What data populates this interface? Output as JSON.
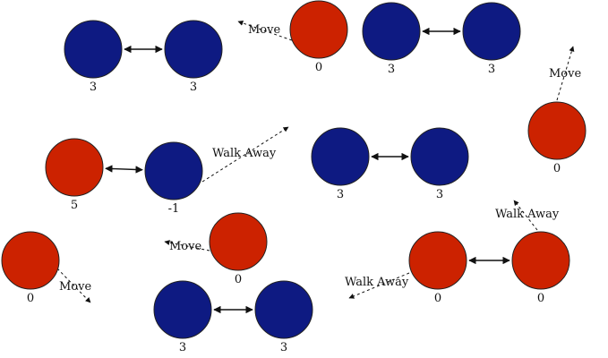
{
  "colors": {
    "red": "#cc2200",
    "blue": "#0e1a82",
    "stroke": "#222222",
    "arrow": "#111111"
  },
  "nodes": [
    {
      "id": "n1",
      "color": "blue",
      "score": "3"
    },
    {
      "id": "n2",
      "color": "blue",
      "score": "3"
    },
    {
      "id": "n3",
      "color": "red",
      "score": "0"
    },
    {
      "id": "n4",
      "color": "blue",
      "score": "3"
    },
    {
      "id": "n5",
      "color": "blue",
      "score": "3"
    },
    {
      "id": "n6",
      "color": "red",
      "score": "0"
    },
    {
      "id": "n7",
      "color": "red",
      "score": "5"
    },
    {
      "id": "n8",
      "color": "blue",
      "score": "-1"
    },
    {
      "id": "n9",
      "color": "blue",
      "score": "3"
    },
    {
      "id": "n10",
      "color": "blue",
      "score": "3"
    },
    {
      "id": "n11",
      "color": "red",
      "score": "0"
    },
    {
      "id": "n12",
      "color": "red",
      "score": "0"
    },
    {
      "id": "n13",
      "color": "red",
      "score": "0"
    },
    {
      "id": "n14",
      "color": "red",
      "score": "0"
    },
    {
      "id": "n15",
      "color": "blue",
      "score": "3"
    },
    {
      "id": "n16",
      "color": "blue",
      "score": "3"
    }
  ],
  "links": [
    {
      "from": "n1",
      "to": "n2"
    },
    {
      "from": "n4",
      "to": "n5"
    },
    {
      "from": "n7",
      "to": "n8"
    },
    {
      "from": "n9",
      "to": "n10"
    },
    {
      "from": "n13",
      "to": "n14"
    },
    {
      "from": "n15",
      "to": "n16"
    }
  ],
  "actions": [
    {
      "node": "n3",
      "label": "Move"
    },
    {
      "node": "n6",
      "label": "Move"
    },
    {
      "node": "n8",
      "label": "Walk Away"
    },
    {
      "node": "n11",
      "label": "Move"
    },
    {
      "node": "n12",
      "label": "Move"
    },
    {
      "node": "n13",
      "label": "Walk Away"
    },
    {
      "node": "n14",
      "label": "Walk Away"
    }
  ]
}
